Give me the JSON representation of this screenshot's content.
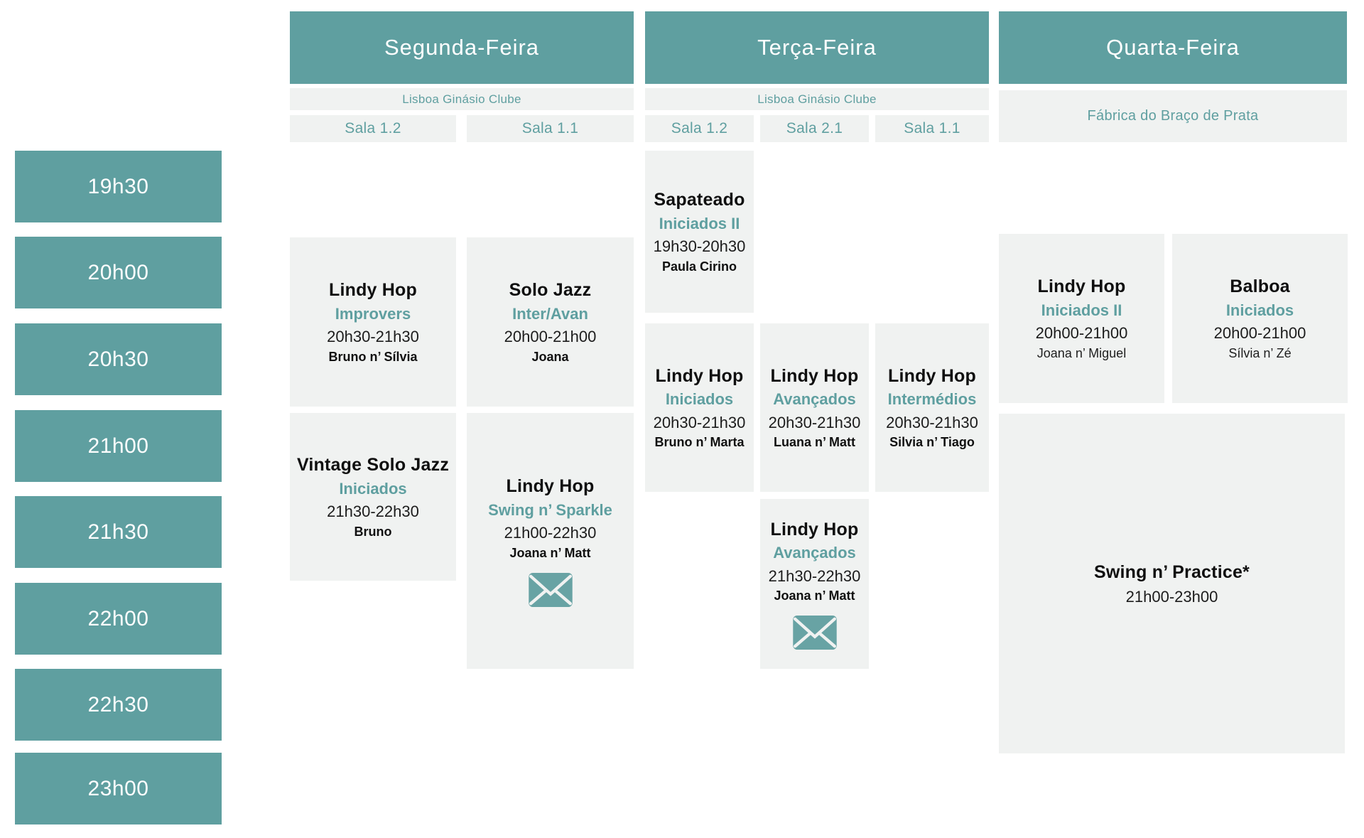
{
  "palette": {
    "teal": "#5f9fa0",
    "teal_light": "#68a3a4",
    "card_bg": "#f0f2f1",
    "text_dark": "#121212",
    "background": "#ffffff"
  },
  "icons": {
    "envelope": "envelope-icon (teal mail glyph shown on classes requiring contact)"
  },
  "time_column": {
    "slots": [
      "19h30",
      "20h00",
      "20h30",
      "21h00",
      "21h30",
      "22h00",
      "22h30",
      "23h00"
    ]
  },
  "days": [
    {
      "label": "Segunda-Feira",
      "venue": "Lisboa Ginásio Clube",
      "rooms": [
        "Sala 1.2",
        "Sala 1.1"
      ]
    },
    {
      "label": "Terça-Feira",
      "venue": "Lisboa Ginásio Clube",
      "rooms": [
        "Sala 1.2",
        "Sala 2.1",
        "Sala 1.1"
      ]
    },
    {
      "label": "Quarta-Feira",
      "venue": "Fábrica do Braço de Prata",
      "rooms": []
    }
  ],
  "classes": [
    {
      "day": "Segunda-Feira",
      "room": "Sala 1.2",
      "title": "Lindy Hop",
      "level": "Improvers",
      "time": "20h30-21h30",
      "teacher": "Bruno n’ Sílvia"
    },
    {
      "day": "Segunda-Feira",
      "room": "Sala 1.2",
      "title": "Vintage Solo Jazz",
      "level": "Iniciados",
      "time": "21h30-22h30",
      "teacher": "Bruno"
    },
    {
      "day": "Segunda-Feira",
      "room": "Sala 1.1",
      "title": "Solo Jazz",
      "level": "Inter/Avan",
      "time": "20h00-21h00",
      "teacher": "Joana"
    },
    {
      "day": "Segunda-Feira",
      "room": "Sala 1.1",
      "title": "Lindy Hop",
      "level": "Swing n’ Sparkle",
      "time": "21h00-22h30",
      "teacher": "Joana n’ Matt",
      "envelope": true
    },
    {
      "day": "Terça-Feira",
      "room": "Sala 1.2",
      "title": "Sapateado",
      "level": "Iniciados II",
      "time": "19h30-20h30",
      "teacher": "Paula Cirino"
    },
    {
      "day": "Terça-Feira",
      "room": "Sala 1.2",
      "title": "Lindy Hop",
      "level": "Iniciados",
      "time": "20h30-21h30",
      "teacher": "Bruno n’ Marta"
    },
    {
      "day": "Terça-Feira",
      "room": "Sala 2.1",
      "title": "Lindy Hop",
      "level": "Avançados",
      "time": "20h30-21h30",
      "teacher": "Luana n’ Matt"
    },
    {
      "day": "Terça-Feira",
      "room": "Sala 2.1",
      "title": "Lindy Hop",
      "level": "Avançados",
      "time": "21h30-22h30",
      "teacher": "Joana n’ Matt",
      "envelope": true
    },
    {
      "day": "Terça-Feira",
      "room": "Sala 1.1",
      "title": "Lindy Hop",
      "level": "Intermédios",
      "time": "20h30-21h30",
      "teacher": "Silvia n’ Tiago"
    },
    {
      "day": "Quarta-Feira",
      "room": "",
      "title": "Lindy Hop",
      "level": "Iniciados II",
      "time": "20h00-21h00",
      "teacher": "Joana n’ Miguel"
    },
    {
      "day": "Quarta-Feira",
      "room": "",
      "title": "Balboa",
      "level": "Iniciados",
      "time": "20h00-21h00",
      "teacher": "Sílvia n’ Zé"
    },
    {
      "day": "Quarta-Feira",
      "room": "",
      "title": "Swing n’ Practice*",
      "level": "",
      "time": "21h00-23h00",
      "teacher": ""
    }
  ]
}
